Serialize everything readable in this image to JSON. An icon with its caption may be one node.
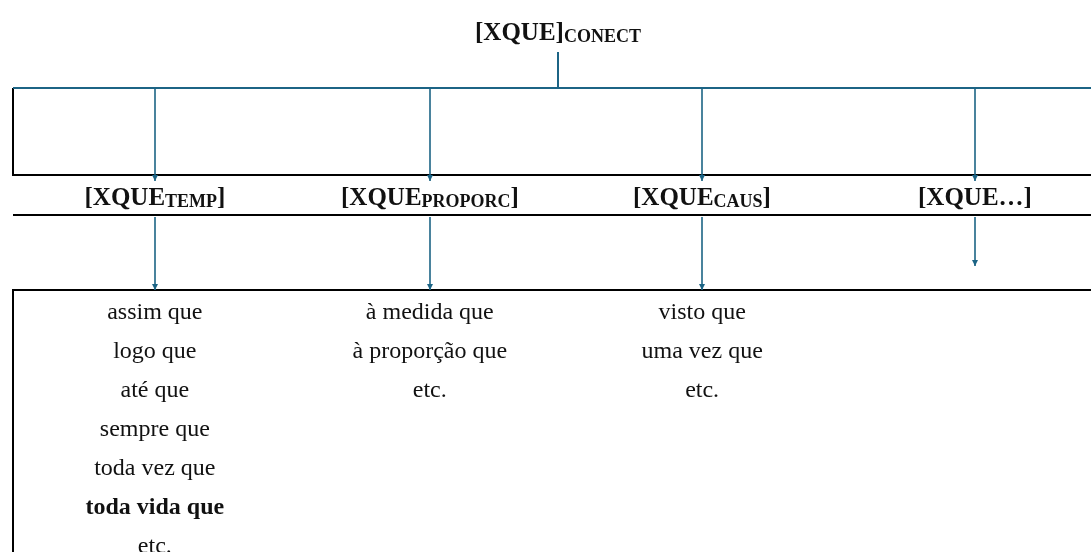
{
  "diagram": {
    "nodes": [
      {
        "text": [
          "[XQUE]$_{CONECT}$"
        ]
      },
      {
        "text": [
          "[XQUE$_{TEMP}$]"
        ]
      },
      {
        "text": [
          "[XQUE$_{PROPORC}$]"
        ]
      },
      {
        "text": [
          "[XQUE$_{CAUS}$]"
        ]
      },
      {
        "text": [
          "[XQUE…]"
        ]
      },
      {
        "text": [
          "assim que",
          "logo que",
          "até que",
          "sempre que",
          "toda vez que",
          "**toda vida que**",
          "etc."
        ]
      },
      {
        "text": [
          "à medida que",
          "à proporção que",
          "etc."
        ]
      },
      {
        "text": [
          "visto que",
          "uma vez que",
          "etc."
        ]
      }
    ],
    "edges": [
      {
        "from": 0,
        "to": 1,
        "arrow": "to",
        "color": "#1c6485"
      },
      {
        "from": 0,
        "to": 2,
        "arrow": "to",
        "color": "#1c6485"
      },
      {
        "from": 0,
        "to": 3,
        "arrow": "to",
        "color": "#1c6485"
      },
      {
        "from": 0,
        "to": 4,
        "arrow": "to",
        "color": "#1c6485"
      },
      {
        "from": 1,
        "to": 5,
        "arrow": "to",
        "color": "#1c6485"
      },
      {
        "from": 2,
        "to": 6,
        "arrow": "to",
        "color": "#1c6485"
      },
      {
        "from": 3,
        "to": 7,
        "arrow": "to",
        "color": "#1c6485"
      },
      {
        "from": 4,
        "to": null,
        "arrow": "to",
        "color": "#1c6485"
      }
    ]
  }
}
